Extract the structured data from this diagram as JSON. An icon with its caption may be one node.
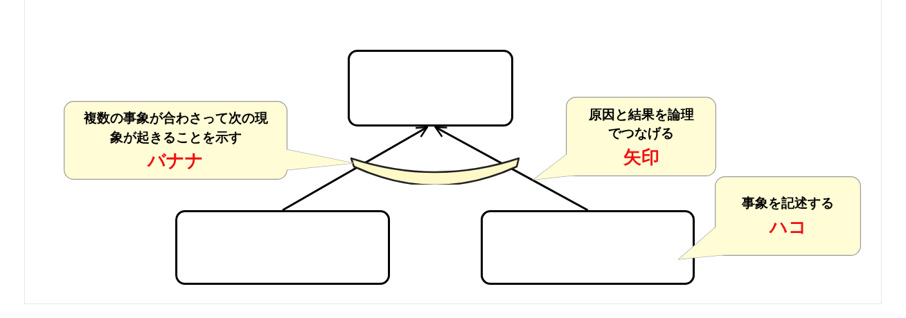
{
  "diagram": {
    "nodes": [
      {
        "text": [],
        "shape": "box"
      },
      {
        "text": [],
        "shape": "box"
      },
      {
        "text": [],
        "shape": "box"
      },
      {
        "text": [],
        "shape": "arc"
      },
      {
        "text": [
          "複数の事象が合わさって次の現象が起きることを示す",
          "バナナ"
        ]
      },
      {
        "text": [
          "原因と結果を論理でつなげる",
          "矢印"
        ]
      },
      {
        "text": [
          "事象を記述する",
          "ハコ"
        ]
      }
    ],
    "edges": [
      {
        "from": 1,
        "to": 0,
        "arrow": "to"
      },
      {
        "from": 2,
        "to": 0,
        "arrow": "to"
      }
    ]
  }
}
